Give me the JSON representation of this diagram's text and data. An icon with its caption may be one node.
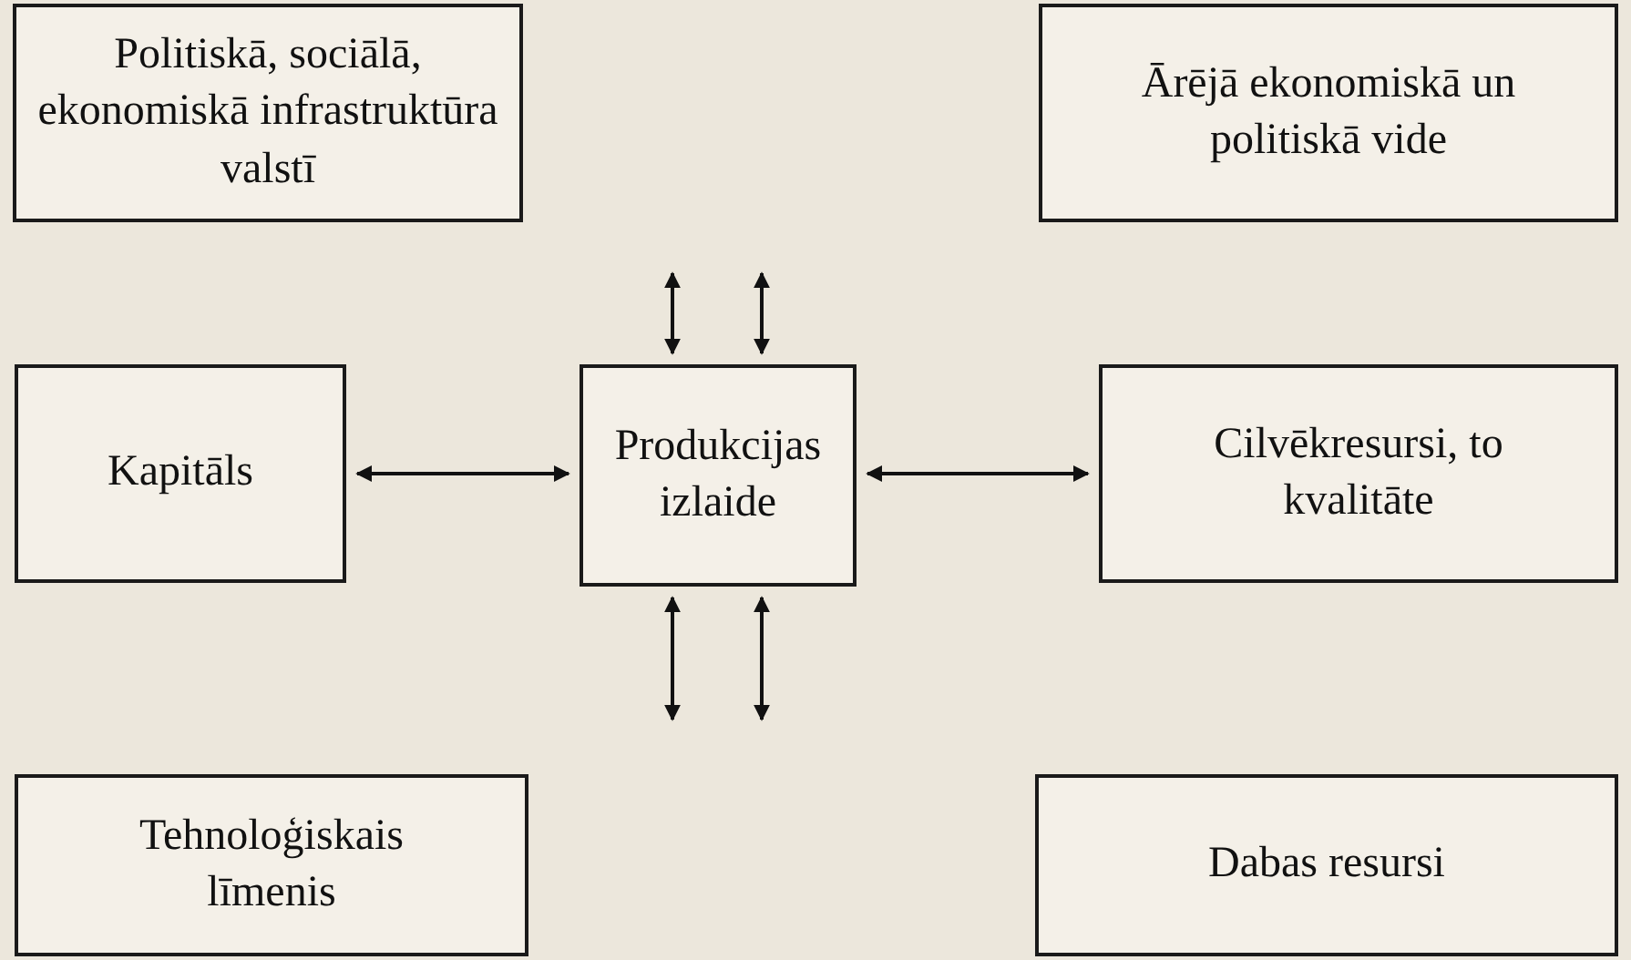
{
  "diagram": {
    "nodes": [
      {
        "text": [
          "Politiskā, sociālā, ekonomiskā infrastruktūra valstī"
        ]
      },
      {
        "text": [
          "Ārējā ekonomiskā un politiskā vide"
        ]
      },
      {
        "text": [
          "Kapitāls"
        ]
      },
      {
        "text": [
          "Produkcijas izlaide"
        ]
      },
      {
        "text": [
          "Cilvēkresursi, to kvalitāte"
        ]
      },
      {
        "text": [
          "Tehnoloģiskais līmenis"
        ]
      },
      {
        "text": [
          "Dabas resursi"
        ]
      }
    ],
    "edges": [
      {
        "from": 3,
        "to": null,
        "arrow": "both"
      },
      {
        "from": 3,
        "to": null,
        "arrow": "both"
      },
      {
        "from": 2,
        "to": 3,
        "arrow": "both"
      },
      {
        "from": 3,
        "to": 4,
        "arrow": "both"
      },
      {
        "from": 3,
        "to": null,
        "arrow": "both"
      },
      {
        "from": 3,
        "to": null,
        "arrow": "both"
      }
    ]
  }
}
